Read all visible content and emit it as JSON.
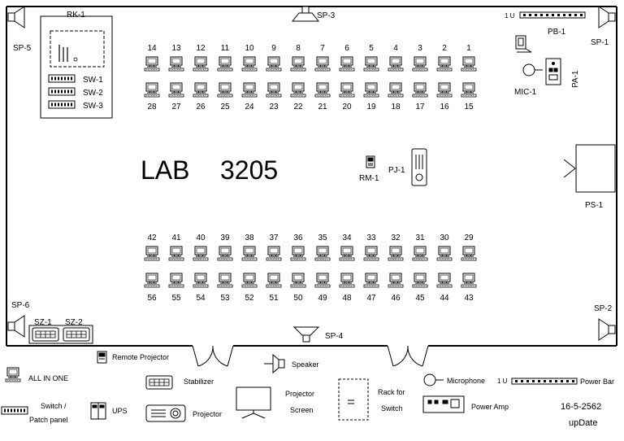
{
  "room": {
    "name": "LAB",
    "number": "3205"
  },
  "rack": {
    "label": "RK-1",
    "switches": [
      "SW-1",
      "SW-2",
      "SW-3"
    ]
  },
  "speakers": {
    "sp1": "SP-1",
    "sp2": "SP-2",
    "sp3": "SP-3",
    "sp4": "SP-4",
    "sp5": "SP-5",
    "sp6": "SP-6"
  },
  "equipment": {
    "power_bar": "PB-1",
    "power_bar_unit": "1 U",
    "power_amp": "PA-1",
    "mic": "MIC-1",
    "projector": "PJ-1",
    "remote": "RM-1",
    "screen": "PS-1",
    "stabilizers": [
      "SZ-1",
      "SZ-2"
    ]
  },
  "stations": {
    "row1_top": [
      "14",
      "13",
      "12",
      "11",
      "10",
      "9",
      "8",
      "7",
      "6",
      "5",
      "4",
      "3",
      "2",
      "1"
    ],
    "row1_bottom": [
      "28",
      "27",
      "26",
      "25",
      "24",
      "23",
      "22",
      "21",
      "20",
      "19",
      "18",
      "17",
      "16",
      "15"
    ],
    "row2_top": [
      "42",
      "41",
      "40",
      "39",
      "38",
      "37",
      "36",
      "35",
      "34",
      "33",
      "32",
      "31",
      "30",
      "29"
    ],
    "row2_bottom": [
      "56",
      "55",
      "54",
      "53",
      "52",
      "51",
      "50",
      "49",
      "48",
      "47",
      "46",
      "45",
      "44",
      "43"
    ]
  },
  "legend": {
    "all_in_one": "ALL IN ONE",
    "switch_line1": "Switch /",
    "switch_line2": "Patch panel",
    "ups": "UPS",
    "remote_projector": "Remote Projector",
    "stabilizer": "Stabilizer",
    "projector": "Projector",
    "speaker": "Speaker",
    "projector_screen_line1": "Projector",
    "projector_screen_line2": "Screen",
    "rack_line1": "Rack for",
    "rack_line2": "Switch",
    "microphone": "Microphone",
    "power_amp": "Power Amp",
    "power_bar": "Power Bar",
    "power_bar_unit": "1 U"
  },
  "update": {
    "date": "16-5-2562",
    "label": "upDate"
  }
}
